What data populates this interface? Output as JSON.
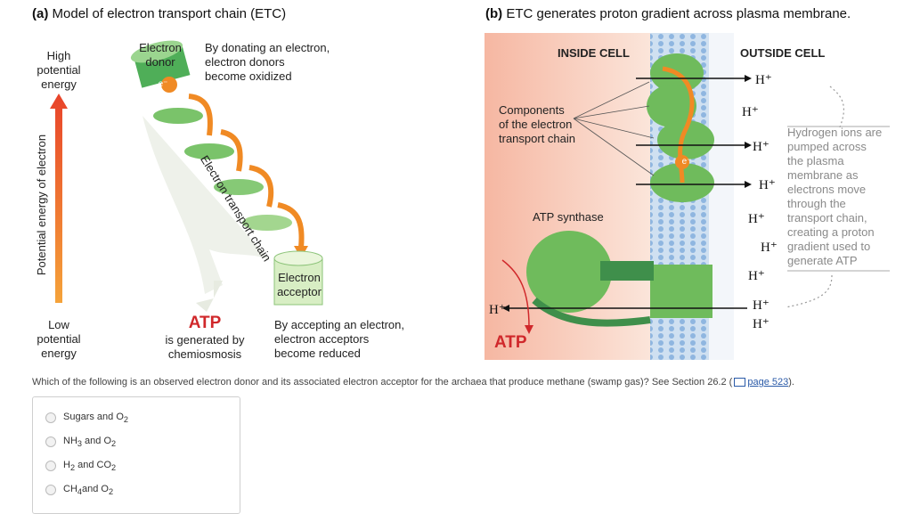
{
  "panel_a": {
    "title_prefix": "(a)",
    "title_text": "Model of electron transport chain (ETC)",
    "high_energy": "High\npotential\nenergy",
    "low_energy": "Low\npotential\nenergy",
    "yaxis_label": "Potential energy of electron",
    "donor_label": "Electron\ndonor",
    "electron_symbol": "e⁻",
    "donating_text": "By donating an electron,\nelectron donors\nbecome oxidized",
    "chain_label": "Electron transport chain",
    "acceptor_label": "Electron\nacceptor",
    "atp": "ATP",
    "atp_sub": "is generated by\nchemiosmosis",
    "accepting_text": "By accepting an electron,\nelectron acceptors\nbecome reduced",
    "colors": {
      "arrow_top": "#e8432a",
      "arrow_bottom": "#f5a33a",
      "disc": "#7ac36a",
      "orange": "#f08a24"
    }
  },
  "panel_b": {
    "title_prefix": "(b)",
    "title_text": "ETC generates proton gradient across plasma membrane.",
    "inside": "INSIDE CELL",
    "outside": "OUTSIDE CELL",
    "components": "Components\nof the electron\ntransport chain",
    "atp_synthase": "ATP synthase",
    "atp": "ATP",
    "hplus": "H⁺",
    "electron_symbol": "e⁻",
    "note": "Hydrogen ions are\npumped across\nthe plasma\nmembrane as\nelectrons move\nthrough the\ntransport chain,\ncreating a proton\ngradient used to\ngenerate ATP",
    "colors": {
      "inside_bg": "#f7cdbd",
      "membrane": "#7fa9d8",
      "protein": "#6fbb5c",
      "atp_red": "#d0282b"
    }
  },
  "question": {
    "text": "Which of the following is an observed electron donor and its associated electron acceptor for the archaea that produce methane (swamp gas)? See Section 26.2 (",
    "link": "page 523",
    "tail": ")."
  },
  "options": [
    {
      "pre": "Sugars and O",
      "sub": "2",
      "post": "",
      "sub2": ""
    },
    {
      "pre": "NH",
      "sub": "3",
      "post": " and O",
      "sub2": "2"
    },
    {
      "pre": "H",
      "sub": "2",
      "post": " and CO",
      "sub2": "2"
    },
    {
      "pre": "CH",
      "sub": "4",
      "post": "and O",
      "sub2": "2"
    }
  ]
}
